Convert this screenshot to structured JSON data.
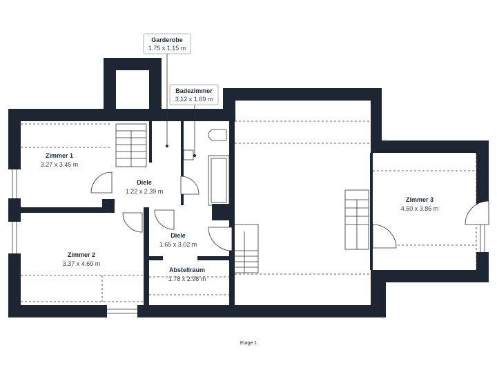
{
  "floor_label": "Etage 1",
  "rooms": [
    {
      "id": "zimmer-1",
      "name": "Zimmer 1",
      "dims": "3.27 x 3.45 m"
    },
    {
      "id": "zimmer-2",
      "name": "Zimmer 2",
      "dims": "3.37 x 4.69 m"
    },
    {
      "id": "diele-1",
      "name": "Diele",
      "dims": "1.22 x 2.39 m"
    },
    {
      "id": "diele-2",
      "name": "Diele",
      "dims": "1.65 x 3.02 m"
    },
    {
      "id": "abstellraum",
      "name": "Abstellraum",
      "dims": "1.78 x 2.98 m"
    },
    {
      "id": "zimmer-3",
      "name": "Zimmer 3",
      "dims": "4.50 x 3.86 m"
    }
  ],
  "callouts": [
    {
      "id": "garderobe",
      "name": "Garderobe",
      "dims": "1.75 x 1.15 m"
    },
    {
      "id": "badezimmer",
      "name": "Badezimmer",
      "dims": "3.12 x 1.69 m"
    }
  ]
}
